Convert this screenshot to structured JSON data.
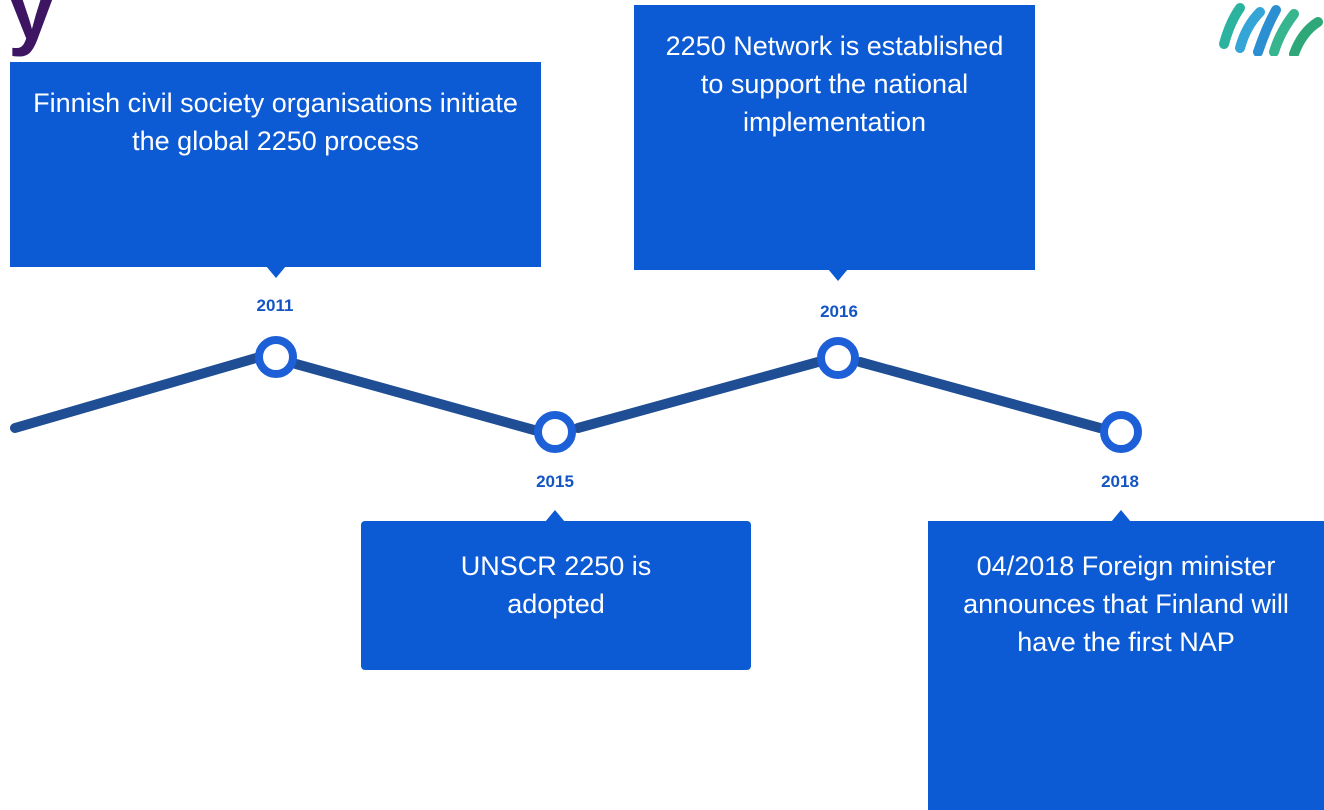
{
  "header": {
    "title_fragment": "y"
  },
  "logo": {
    "icon": "colorful-hands-logo-icon"
  },
  "timeline": {
    "events": [
      {
        "year": "2011",
        "text": "Finnish civil society organisations initiate the global 2250 process"
      },
      {
        "year": "2015",
        "text": "UNSCR 2250 is adopted"
      },
      {
        "year": "2016",
        "text": "2250 Network is established to support the national implementation"
      },
      {
        "year": "2018",
        "text": "04/2018 Foreign minister announces that Finland will have the first NAP"
      }
    ]
  },
  "colors": {
    "box": "#0d5bd4",
    "line": "#1f4e94",
    "node": "#1c5fd6",
    "year": "#1355c4",
    "title": "#3d1563"
  }
}
